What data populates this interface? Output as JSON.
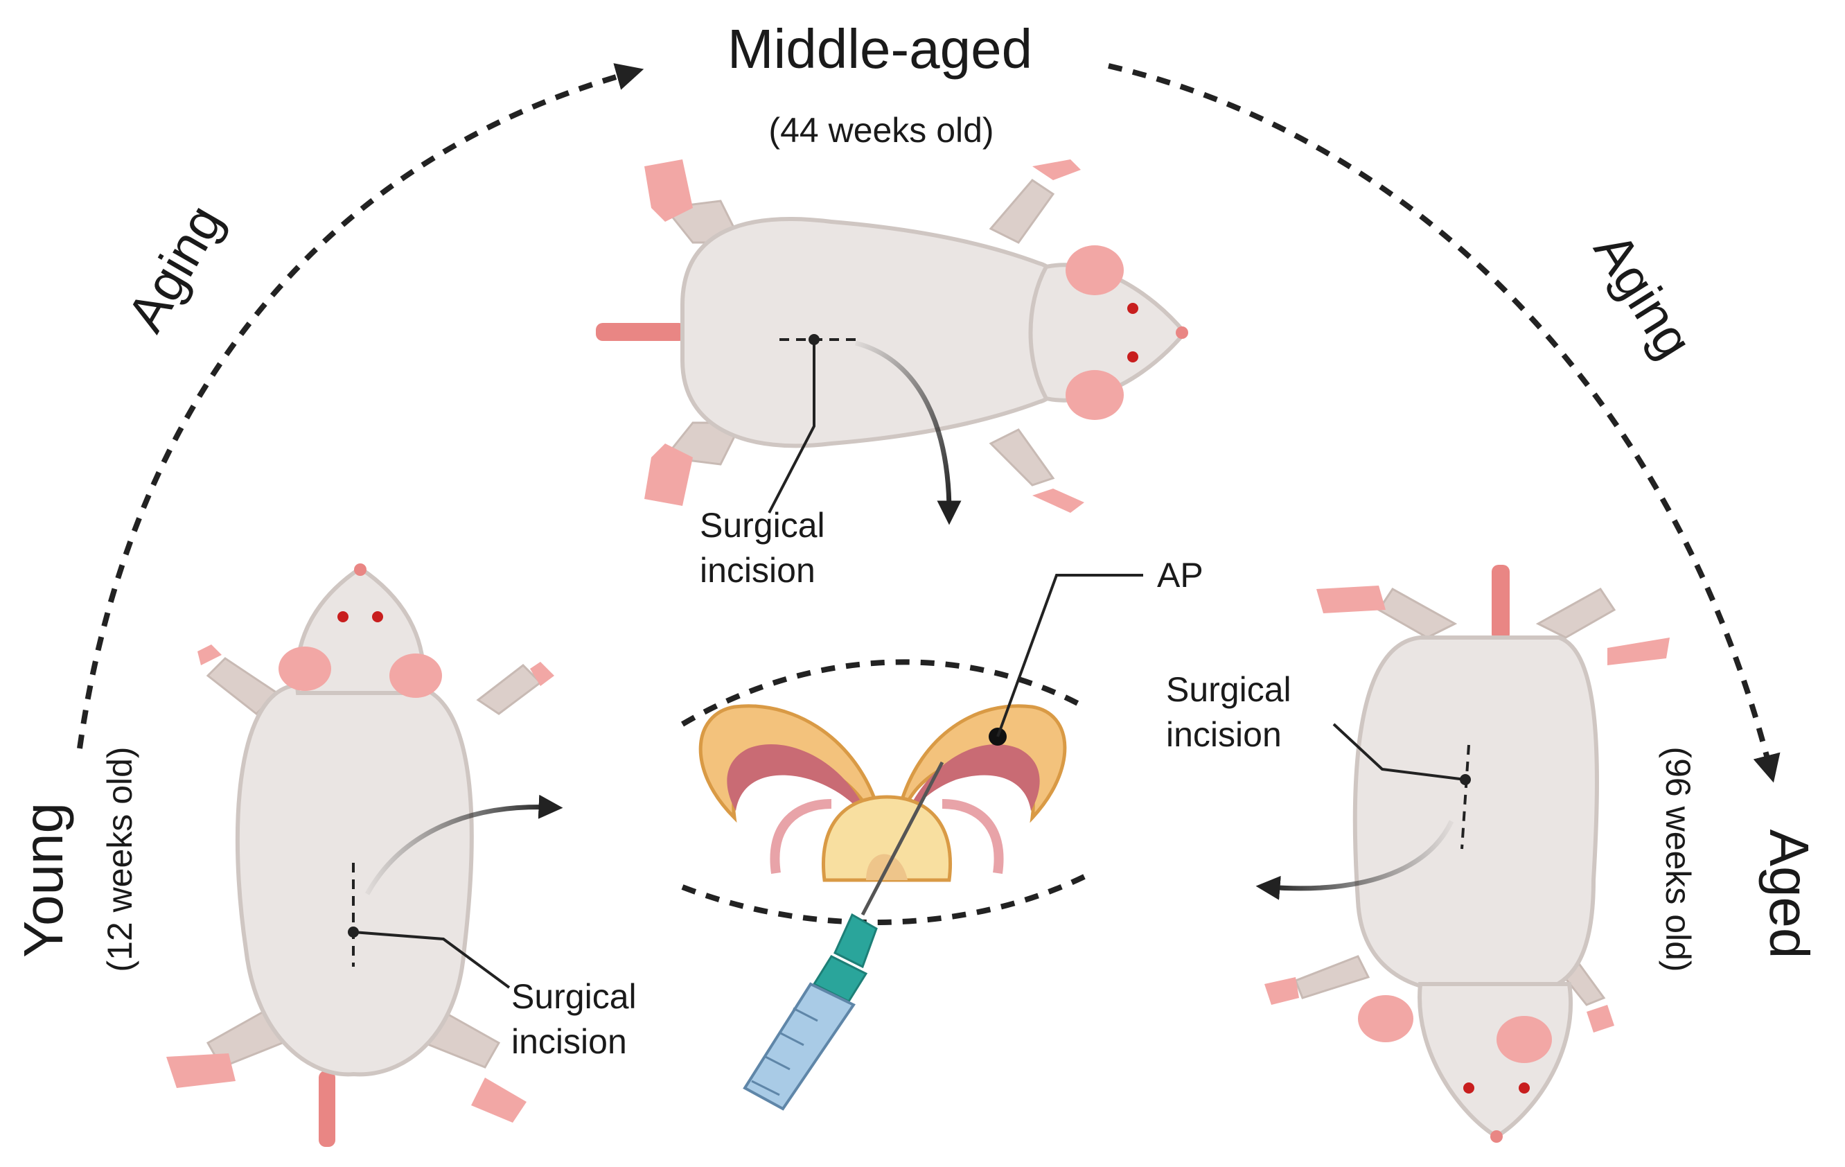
{
  "stages": {
    "middle": {
      "title": "Middle-aged",
      "age": "(44 weeks old)"
    },
    "young": {
      "title": "Young",
      "age": "(12 weeks old)"
    },
    "aged": {
      "title": "Aged",
      "age": "(96 weeks old)"
    }
  },
  "transitions": {
    "left": "Aging",
    "right": "Aging"
  },
  "labels": {
    "incision_top_1": "Surgical",
    "incision_top_2": "incision",
    "incision_left_1": "Surgical",
    "incision_left_2": "incision",
    "incision_right_1": "Surgical",
    "incision_right_2": "incision",
    "ap": "AP"
  },
  "colors": {
    "body": "#eae5e3",
    "fur": "#d9cec8",
    "skin_pink": "#f2a7a5",
    "eye_red": "#c81e1e",
    "gland_orange": "#f3c27c",
    "gland_inner": "#c96b74",
    "syringe_teal": "#2aa59b",
    "syringe_barrel": "#a9cbe6"
  },
  "icons": [
    "mouse-icon",
    "prostate-icon",
    "syringe-icon",
    "arrow-icon"
  ]
}
